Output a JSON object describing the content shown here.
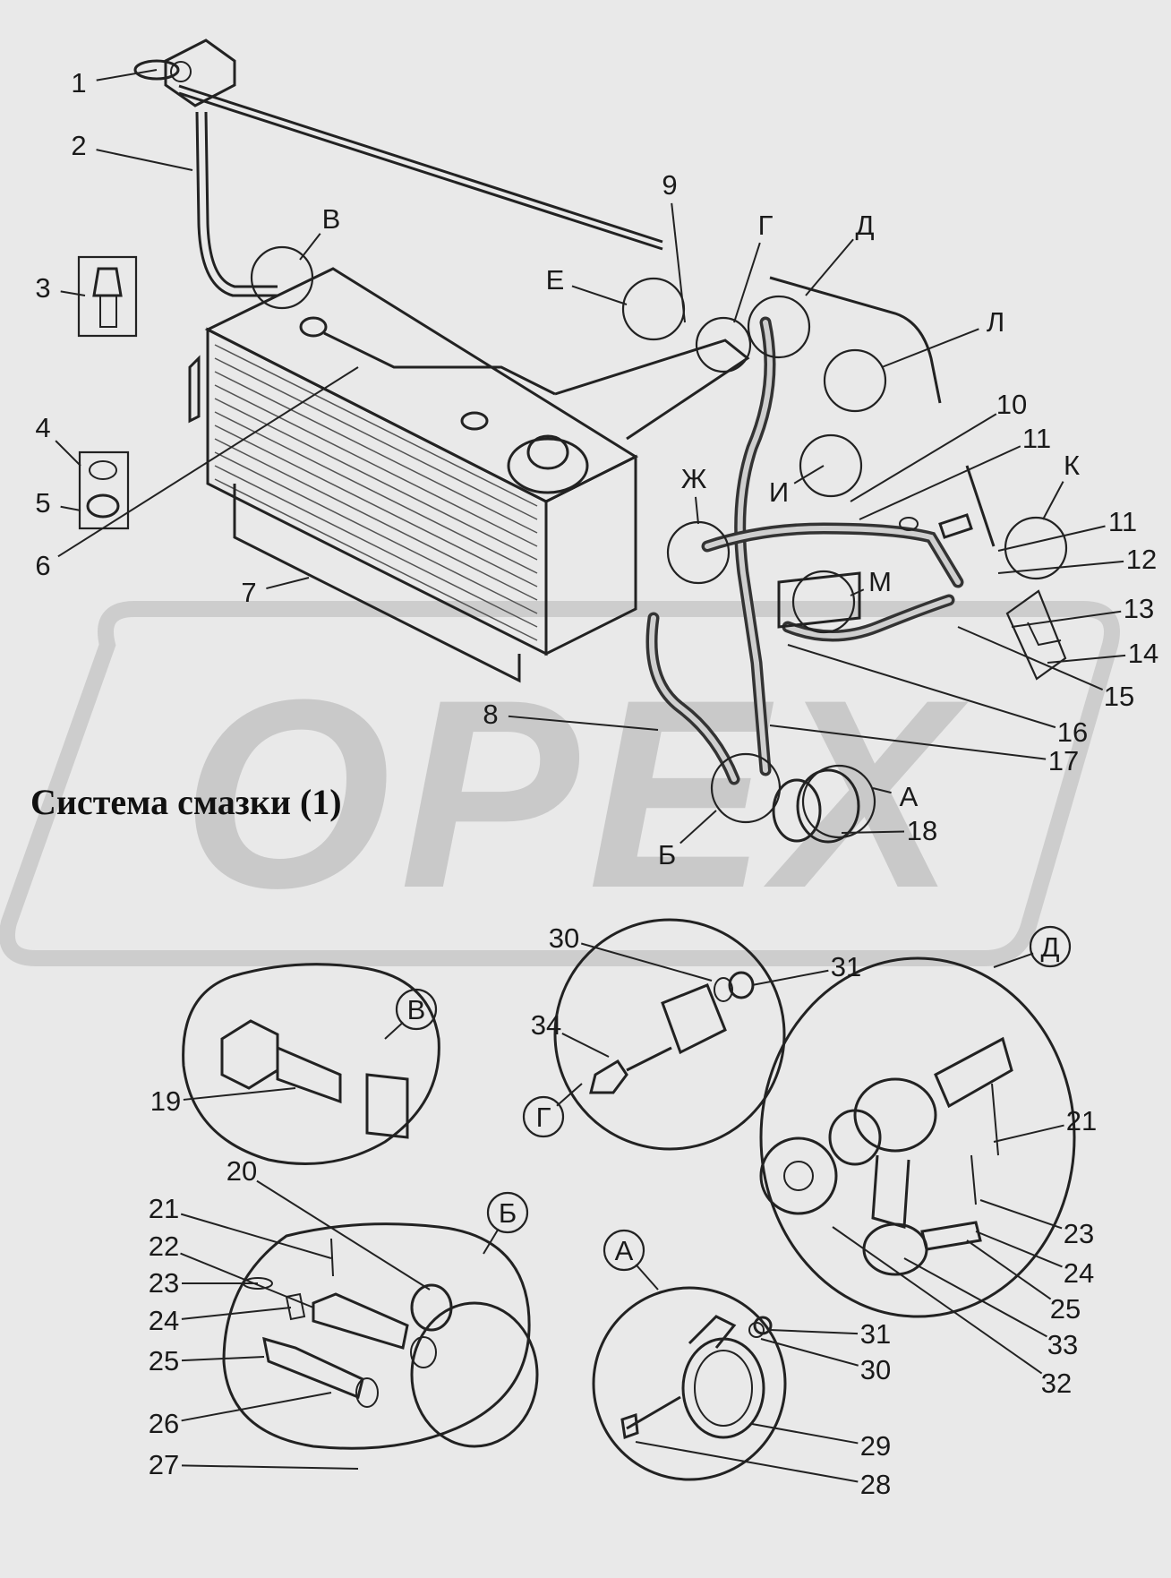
{
  "diagram": {
    "title": "Система смазки  (1)",
    "watermark": "ОРЕХ",
    "colors": {
      "background": "#e9e9e9",
      "ink": "#222222",
      "watermark": "#c9c9c9"
    },
    "part_numbers": [
      "1",
      "2",
      "3",
      "4",
      "5",
      "6",
      "7",
      "8",
      "9",
      "10",
      "11",
      "11",
      "12",
      "13",
      "14",
      "15",
      "16",
      "17",
      "18",
      "19",
      "20",
      "21",
      "21",
      "22",
      "23",
      "23",
      "24",
      "24",
      "25",
      "25",
      "26",
      "27",
      "28",
      "29",
      "30",
      "30",
      "30",
      "31",
      "31",
      "32",
      "33",
      "34"
    ],
    "view_letters_main": [
      "В",
      "Е",
      "Г",
      "Д",
      "Л",
      "Ж",
      "И",
      "К",
      "М",
      "А",
      "Б"
    ],
    "detail_views": [
      {
        "letter": "В",
        "parts": [
          "19"
        ]
      },
      {
        "letter": "Г",
        "parts": [
          "30",
          "31",
          "34"
        ]
      },
      {
        "letter": "Д",
        "parts": [
          "21",
          "23",
          "24",
          "25",
          "33",
          "32"
        ]
      },
      {
        "letter": "Б",
        "parts": [
          "20",
          "21",
          "22",
          "23",
          "24",
          "25",
          "26",
          "27"
        ]
      },
      {
        "letter": "А",
        "parts": [
          "31",
          "30",
          "29",
          "28"
        ]
      }
    ]
  }
}
